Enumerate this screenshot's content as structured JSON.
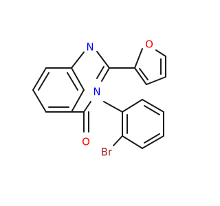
{
  "molecule": {
    "atoms": {
      "n1": "N",
      "n3": "N",
      "o_carbonyl": "O",
      "o_furan": "O",
      "br": "Br"
    },
    "colors": {
      "bond": "#1a1a1a",
      "nitrogen": "#0000ff",
      "oxygen": "#ff0000",
      "bromine": "#a52a2a",
      "background": "#ffffff"
    }
  }
}
